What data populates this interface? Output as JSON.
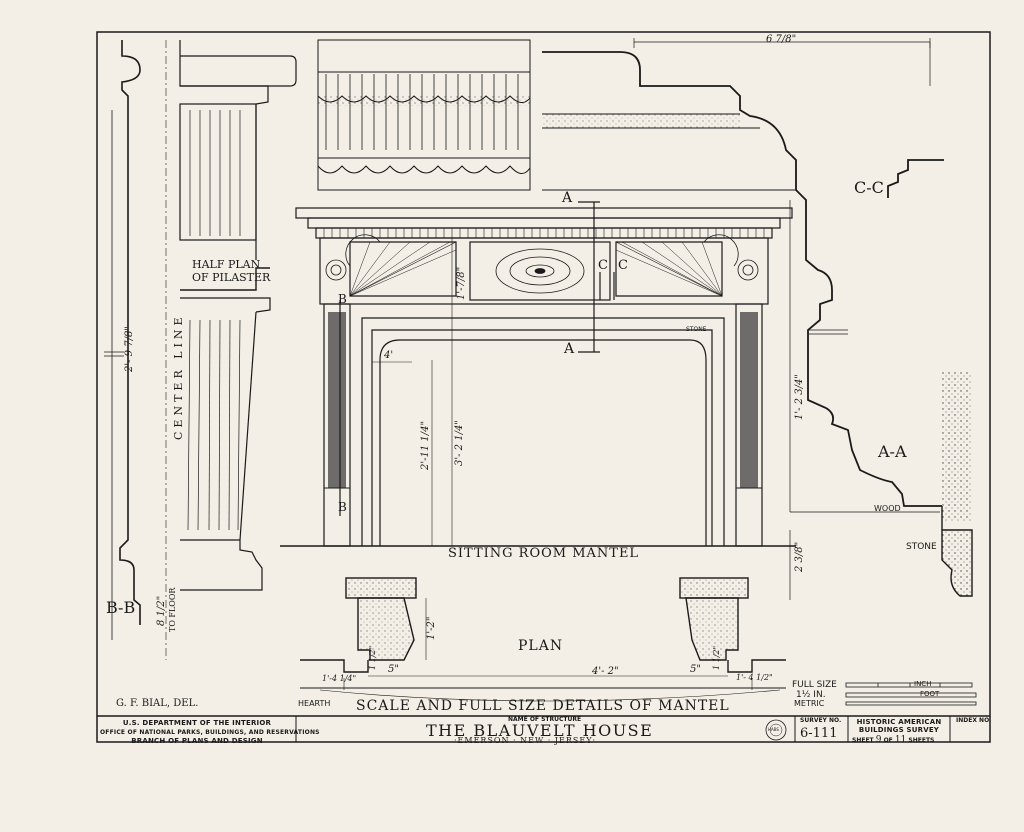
{
  "sheet": {
    "delineator": "G. F. BIAL, DEL.",
    "main_caption": "SCALE AND FULL SIZE DETAILS OF MANTEL"
  },
  "labels": {
    "sitting_room_mantel": "SITTING ROOM MANTEL",
    "plan": "PLAN",
    "half_plan_pilaster": [
      "HALF PLAN",
      "OF PILASTER"
    ],
    "center_line": "CENTER LINE",
    "section_bb": "B-B",
    "section_cc": "C-C",
    "section_aa": "A-A",
    "cut_a": "A",
    "cut_b": "B",
    "cut_c": "C",
    "stone": "STONE",
    "wood": "WOOD",
    "hearth": "HEARTH",
    "to_floor": "TO FLOOR"
  },
  "dimensions": {
    "top_width": "6 7/8\"",
    "bb_height": "2'- 9 7/8\"",
    "bb_floor": "8 1/2\"",
    "frieze": "1'-7/8\"",
    "opening_width": "4'",
    "opening_height": "2'-11 1/4\"",
    "overall_height": "3'- 2 1/4\"",
    "section_height": "1'- 2 3/4\"",
    "section_lower": "2 3/8\"",
    "plan_width": "4'- 2\"",
    "plan_left": "5\"",
    "plan_right": "5\"",
    "plan_depth": "1'-2\"",
    "plan_small_left": "1 1/2\"",
    "plan_small_right": "1 1/2\"",
    "plan_side": "1'-4 1/4\"",
    "plan_side_right": "1'- 4 1/2\""
  },
  "scales": {
    "full_size": "FULL SIZE",
    "one_half_in": "1½ IN.",
    "inch": "INCH",
    "foot": "FOOT",
    "metric": "METRIC"
  },
  "title_block": {
    "agency_lines": [
      "U.S. DEPARTMENT OF THE INTERIOR",
      "OFFICE OF NATIONAL PARKS, BUILDINGS, AND RESERVATIONS",
      "BRANCH OF PLANS AND DESIGN"
    ],
    "name_of_structure_label": "NAME OF STRUCTURE",
    "structure_name": "THE BLAUVELT HOUSE",
    "location": "·EMERSON · NEW · JERSEY·",
    "survey_no_label": "SURVEY NO.",
    "survey_no": "6-111",
    "survey_title_lines": [
      "HISTORIC AMERICAN",
      "BUILDINGS SURVEY"
    ],
    "sheet_label": "SHEET",
    "sheet_no": "9",
    "of_label": "OF",
    "sheet_total": "11",
    "sheets_label": "SHEETS",
    "index_label": "INDEX NO.",
    "seal_text": "HABS"
  },
  "colors": {
    "paper": "#f3efe6",
    "ink": "#1a1a1a",
    "shade": "#555555"
  }
}
